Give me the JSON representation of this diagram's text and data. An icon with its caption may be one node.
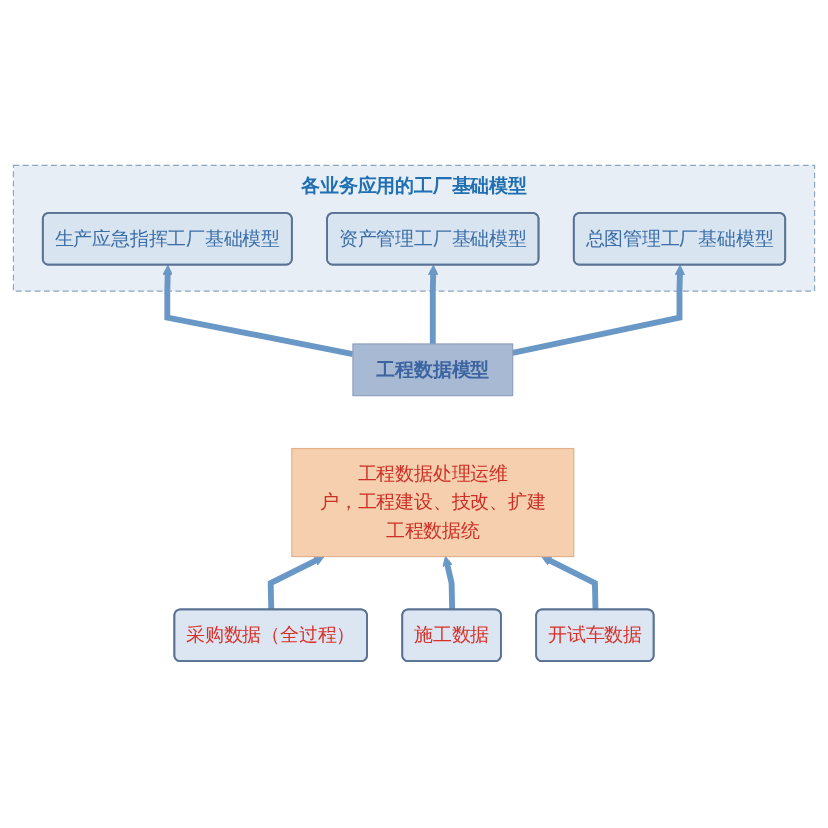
{
  "diagram": {
    "nodes": [
      {
        "text": [
          "各业务应用的工厂基础模型"
        ]
      },
      {
        "text": [
          "生产应急指挥工厂基础模型"
        ],
        "in": 0
      },
      {
        "text": [
          "资产管理工厂基础模型"
        ],
        "in": 0
      },
      {
        "text": [
          "总图管理工厂基础模型"
        ],
        "in": 0
      },
      {
        "text": [
          "工程数据模型"
        ]
      },
      {
        "text": [
          "工程数据处理运维",
          "户，工程建设、技改、扩建工程数据统"
        ]
      },
      {
        "text": [
          "采购数据（全过程）"
        ]
      },
      {
        "text": [
          "施工数据"
        ]
      },
      {
        "text": [
          "开试车数据"
        ]
      }
    ],
    "edges": [
      {
        "from": 4,
        "to": 1,
        "arrow": "to"
      },
      {
        "from": 4,
        "to": 2,
        "arrow": "to"
      },
      {
        "from": 4,
        "to": 3,
        "arrow": "to"
      },
      {
        "from": 6,
        "to": 5,
        "arrow": "to"
      },
      {
        "from": 7,
        "to": 5,
        "arrow": "to"
      },
      {
        "from": 8,
        "to": 5,
        "arrow": "to"
      }
    ]
  }
}
